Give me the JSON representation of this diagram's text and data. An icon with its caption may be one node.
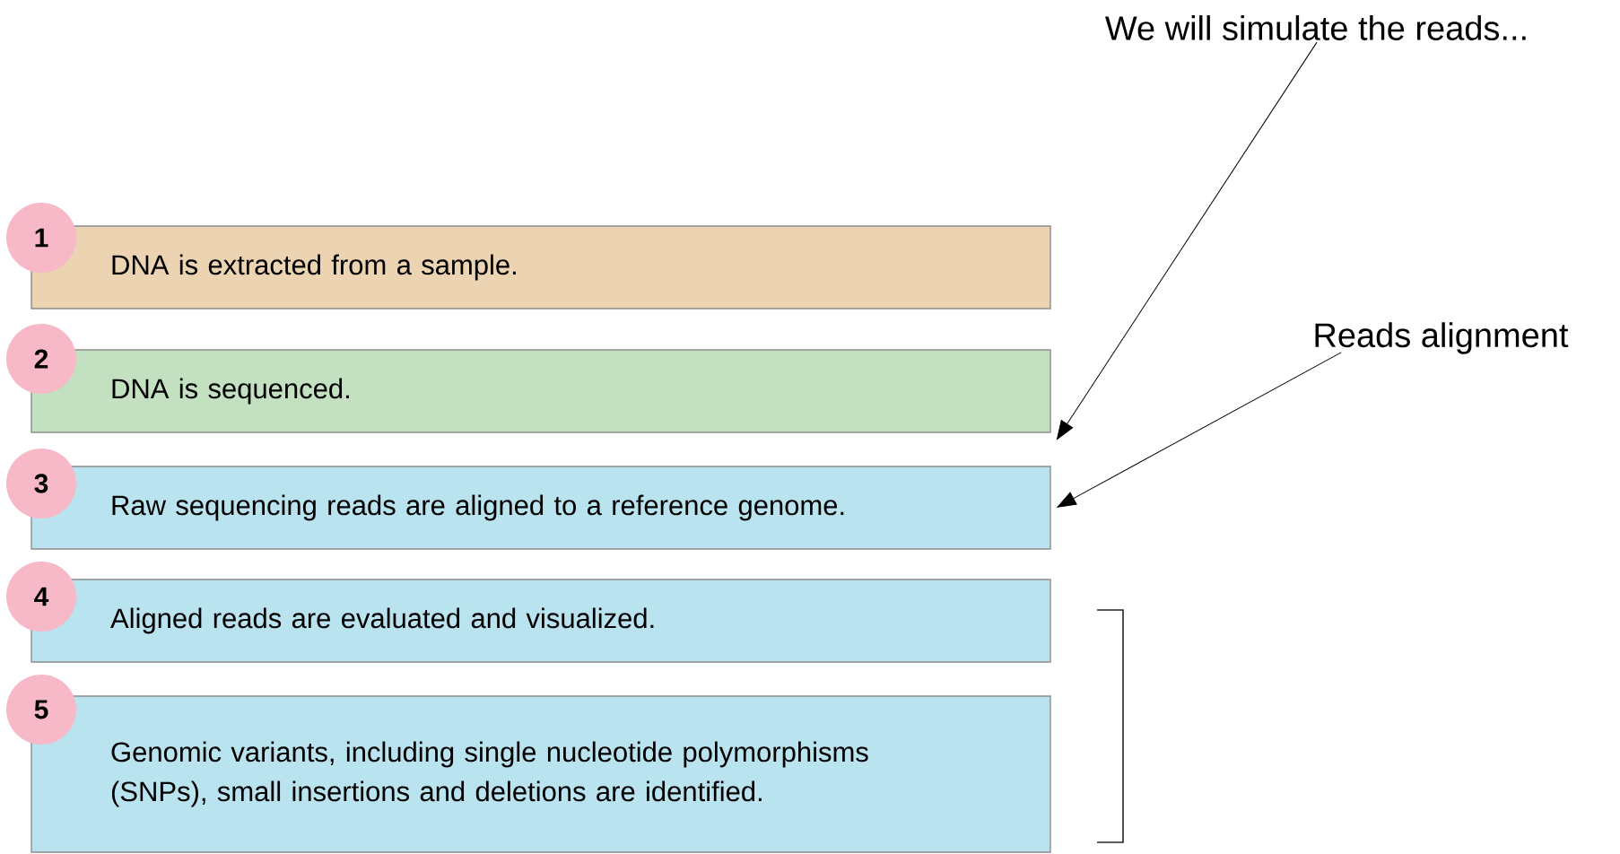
{
  "diagram": {
    "nodes": [
      {
        "text": [
          "1"
        ]
      },
      {
        "text": [
          "DNA is extracted from a sample."
        ]
      },
      {
        "text": [
          "2"
        ]
      },
      {
        "text": [
          "DNA is sequenced."
        ]
      },
      {
        "text": [
          "3"
        ]
      },
      {
        "text": [
          "Raw sequencing reads are aligned to a reference genome."
        ]
      },
      {
        "text": [
          "4"
        ]
      },
      {
        "text": [
          "Aligned reads are evaluated and visualized."
        ]
      },
      {
        "text": [
          "5"
        ]
      },
      {
        "text": [
          "Genomic variants, including single nucleotide polymorphisms (SNPs), small insertions and deletions are identified."
        ]
      },
      {
        "text": [
          "We will simulate the reads..."
        ]
      },
      {
        "text": [
          "Reads alignment"
        ]
      }
    ],
    "edges": [
      {
        "from": 10,
        "to": 3,
        "arrow": "to"
      },
      {
        "from": 11,
        "to": 5,
        "arrow": "to"
      }
    ]
  }
}
